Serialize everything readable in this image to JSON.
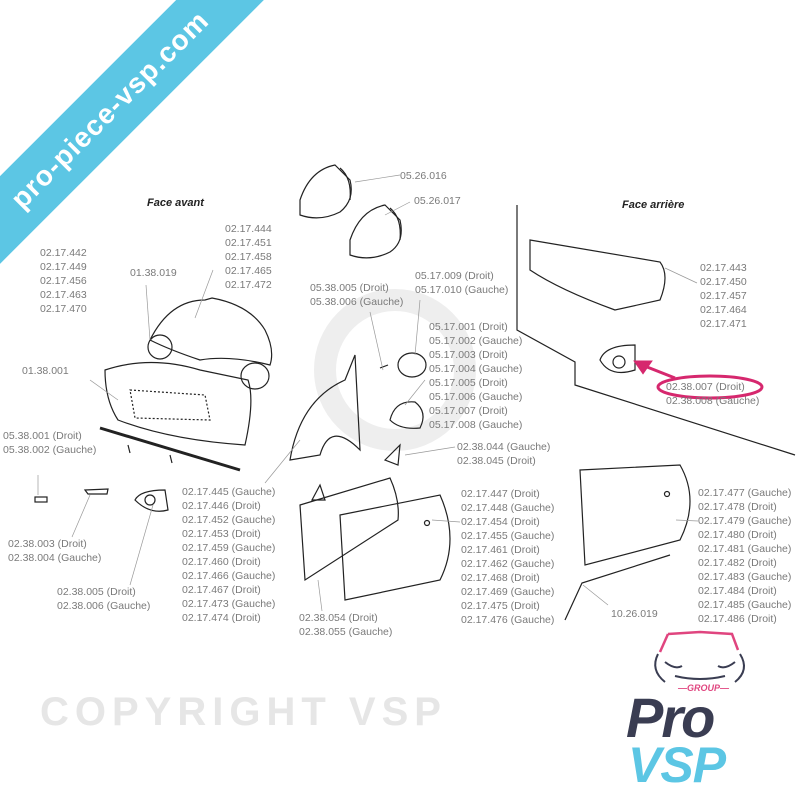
{
  "titles": {
    "front": "Face avant",
    "rear": "Face arrière"
  },
  "watermark": {
    "text": "pro-piece-vsp.com",
    "copyright": "COPYRIGHT  VSP",
    "band_color": "#5cc6e4"
  },
  "highlight": {
    "color": "#d6286e",
    "part": "02.38.007 (Droit)"
  },
  "logo": {
    "group": "—GROUP—",
    "pro": "Pro",
    "vsp": "VSP",
    "pro_color": "#3a3d52",
    "vsp_color": "#5cc6e4",
    "accent": "#e0457f"
  },
  "labels": {
    "headlight_r": [
      "05.26.016"
    ],
    "headlight_l": [
      "05.26.017"
    ],
    "front_bumper_side": [
      "02.17.442",
      "02.17.449",
      "02.17.456",
      "02.17.463",
      "02.17.470"
    ],
    "grille": [
      "01.38.019"
    ],
    "hood": [
      "02.17.444",
      "02.17.451",
      "02.17.458",
      "02.17.465",
      "02.17.472"
    ],
    "side_indicator": [
      "05.38.005 (Droit)",
      "05.38.006 (Gauche)"
    ],
    "mirror_cover": [
      "05.17.009 (Droit)",
      "05.17.010 (Gauche)"
    ],
    "mirror": [
      "05.17.001 (Droit)",
      "05.17.002 (Gauche)",
      "05.17.003 (Droit)",
      "05.17.004 (Gauche)",
      "05.17.005 (Droit)",
      "05.17.006 (Gauche)",
      "05.17.007 (Droit)",
      "05.17.008 (Gauche)"
    ],
    "front_bumper": [
      "01.38.001"
    ],
    "fog_light": [
      "05.38.001 (Droit)",
      "05.38.002 (Gauche)"
    ],
    "corner_trim": [
      "02.38.044 (Gauche)",
      "02.38.045 (Droit)"
    ],
    "bumper_trim": [
      "02.38.003 (Droit)",
      "02.38.004 (Gauche)"
    ],
    "fog_surround": [
      "02.38.005 (Droit)",
      "02.38.006 (Gauche)"
    ],
    "front_wing": [
      "02.17.445 (Gauche)",
      "02.17.446 (Droit)",
      "02.17.452 (Gauche)",
      "02.17.453 (Droit)",
      "02.17.459 (Gauche)",
      "02.17.460 (Droit)",
      "02.17.466 (Gauche)",
      "02.17.467 (Droit)",
      "02.17.473 (Gauche)",
      "02.17.474 (Droit)"
    ],
    "door_panel": [
      "02.38.054 (Droit)",
      "02.38.055 (Gauche)"
    ],
    "door_left": [
      "02.17.447 (Droit)",
      "02.17.448 (Gauche)",
      "02.17.454 (Droit)",
      "02.17.455 (Gauche)",
      "02.17.461 (Droit)",
      "02.17.462 (Gauche)",
      "02.17.468 (Droit)",
      "02.17.469 (Gauche)",
      "02.17.475 (Droit)",
      "02.17.476 (Gauche)"
    ],
    "door_right": [
      "02.17.477 (Gauche)",
      "02.17.478 (Droit)",
      "02.17.479 (Gauche)",
      "02.17.480 (Droit)",
      "02.17.481 (Gauche)",
      "02.17.482 (Droit)",
      "02.17.483 (Gauche)",
      "02.17.484 (Droit)",
      "02.17.485 (Gauche)",
      "02.17.486 (Droit)"
    ],
    "door_seal": [
      "10.26.019"
    ],
    "rear_bumper": [
      "02.17.443",
      "02.17.450",
      "02.17.457",
      "02.17.464",
      "02.17.471"
    ],
    "rear_reflector": [
      "02.38.007 (Droit)",
      "02.38.008 (Gauche)"
    ]
  }
}
